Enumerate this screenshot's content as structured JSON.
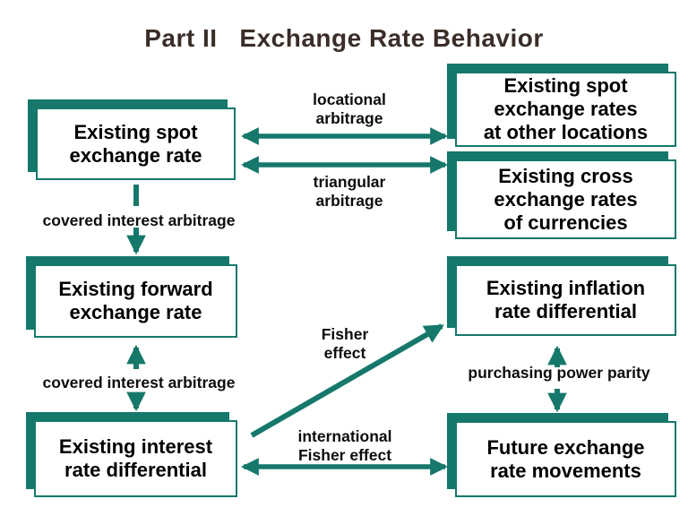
{
  "title": "Part II   Exchange Rate Behavior",
  "colors": {
    "teal": "#15786b",
    "title_text": "#3a2d28",
    "box_text": "#000000",
    "background": "#ffffff"
  },
  "boxes": {
    "spot": {
      "lines": [
        "Existing spot",
        "exchange rate"
      ]
    },
    "other_locations": {
      "lines": [
        "Existing spot",
        "exchange rates",
        "at other locations"
      ]
    },
    "cross": {
      "lines": [
        "Existing cross",
        "exchange rates",
        "of currencies"
      ]
    },
    "forward": {
      "lines": [
        "Existing forward",
        "exchange rate"
      ]
    },
    "inflation": {
      "lines": [
        "Existing inflation",
        "rate differential"
      ]
    },
    "interest": {
      "lines": [
        "Existing interest",
        "rate differential"
      ]
    },
    "future": {
      "lines": [
        "Future exchange",
        "rate movements"
      ]
    }
  },
  "labels": {
    "locational": {
      "lines": [
        "locational",
        "arbitrage"
      ]
    },
    "triangular": {
      "lines": [
        "triangular",
        "arbitrage"
      ]
    },
    "covered1": "covered interest arbitrage",
    "covered2": "covered interest arbitrage",
    "fisher": {
      "lines": [
        "Fisher",
        "effect"
      ]
    },
    "ppp": "purchasing power parity",
    "intl_fisher": {
      "lines": [
        "international",
        "Fisher effect"
      ]
    }
  },
  "arrows": [
    {
      "from": "spot",
      "to": "other_locations",
      "label": "locational arbitrage",
      "direction": "both",
      "style": "solid"
    },
    {
      "from": "spot",
      "to": "cross",
      "label": "triangular arbitrage",
      "direction": "both",
      "style": "solid"
    },
    {
      "from": "spot",
      "to": "forward",
      "label": "covered interest arbitrage",
      "direction": "down",
      "style": "dashed"
    },
    {
      "from": "forward",
      "to": "interest",
      "label": "covered interest arbitrage",
      "direction": "both",
      "style": "dashed"
    },
    {
      "from": "interest",
      "to": "inflation",
      "label": "Fisher effect",
      "direction": "up-right",
      "style": "solid"
    },
    {
      "from": "inflation",
      "to": "future",
      "label": "purchasing power parity",
      "direction": "both",
      "style": "solid"
    },
    {
      "from": "interest",
      "to": "future",
      "label": "international Fisher effect",
      "direction": "both",
      "style": "solid"
    }
  ]
}
